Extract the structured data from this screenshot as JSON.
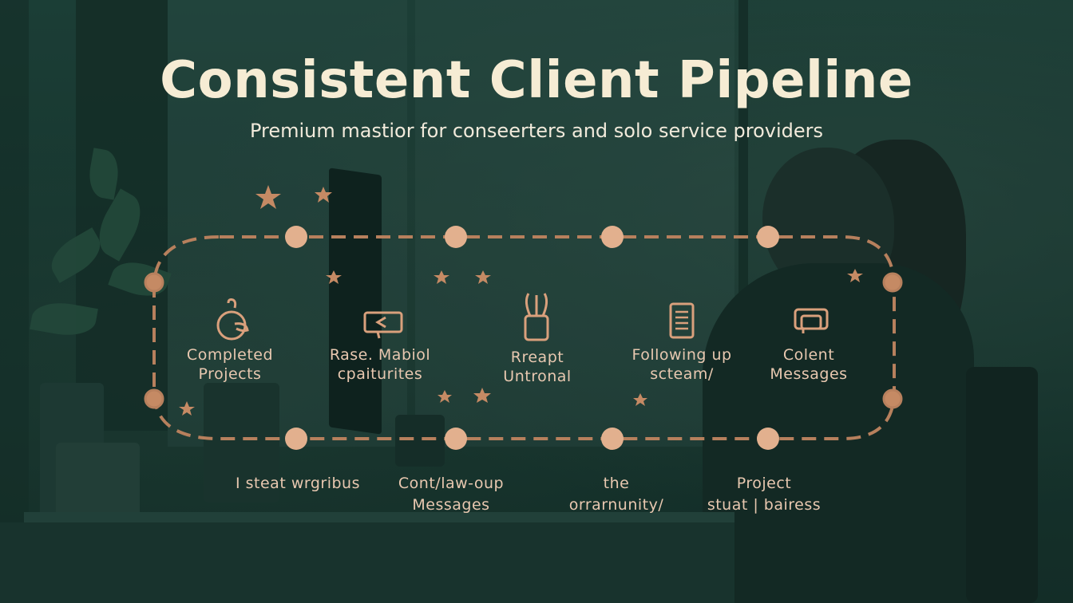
{
  "title": "Consistent Client Pipeline",
  "subtitle": "Premium mastior for conseerters and solo service providers",
  "colors": {
    "background": "#1d3a33",
    "title": "#f6ecd4",
    "accent": "#e2b08e",
    "track": "#b7805d",
    "label": "#e8c8b0"
  },
  "stages": [
    {
      "icon": "timer-icon",
      "line1": "Completed",
      "line2": "Projects"
    },
    {
      "icon": "ticket-icon",
      "line1": "Rase. Mabiol",
      "line2": "cpaiturites"
    },
    {
      "icon": "cup-icon",
      "line1": "Rreapt",
      "line2": "Untronal"
    },
    {
      "icon": "document-icon",
      "line1": "Following up",
      "line2": "scteam/"
    },
    {
      "icon": "chat-icon",
      "line1": "Colent",
      "line2": "Messages"
    }
  ],
  "bottom_labels": [
    {
      "line1": "I steat wrgribus",
      "line2": ""
    },
    {
      "line1": "Cont/law-oup",
      "line2": "Messages"
    },
    {
      "line1": "the",
      "line2": "orrarnunity/"
    },
    {
      "line1": "Project",
      "line2": "stuat | bairess"
    }
  ]
}
